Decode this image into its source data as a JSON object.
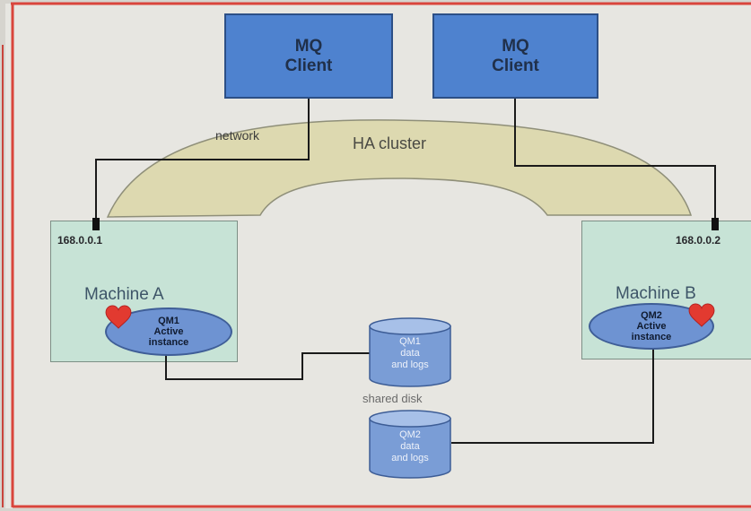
{
  "clients": [
    {
      "line1": "MQ",
      "line2": "Client"
    },
    {
      "line1": "MQ",
      "line2": "Client"
    }
  ],
  "network_label": "network",
  "cluster_label": "HA cluster",
  "machines": [
    {
      "ip": "168.0.0.1",
      "name": "Machine A",
      "qm": {
        "line1": "QM1",
        "line2": "Active",
        "line3": "instance"
      }
    },
    {
      "ip": "168.0.0.2",
      "name": "Machine B",
      "qm": {
        "line1": "QM2",
        "line2": "Active",
        "line3": "instance"
      }
    }
  ],
  "disks": [
    {
      "line1": "QM1",
      "line2": "data",
      "line3": "and logs"
    },
    {
      "line1": "QM2",
      "line2": "data",
      "line3": "and logs"
    }
  ],
  "shared_disk_label": "shared disk",
  "colors": {
    "client_fill": "#4e82cf",
    "machine_fill": "#c7e3d6",
    "cluster_fill": "#ddd9b0",
    "qm_fill": "#6e93d2",
    "disk_fill": "#7a9dd6",
    "heart": "#e23a30",
    "frame_border": "#d9453c"
  },
  "icons": [
    "heart-icon",
    "database-icon"
  ]
}
